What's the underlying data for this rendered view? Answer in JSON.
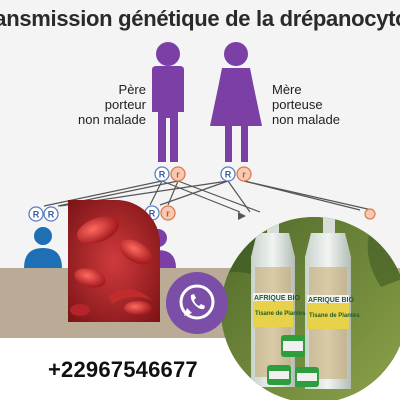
{
  "poster": {
    "title": "ransmission génétique de la drépanocytose",
    "father_label": [
      "Père",
      "porteur",
      "non malade"
    ],
    "mother_label": [
      "Mère",
      "porteuse",
      "non malade"
    ],
    "allele_normal": "R",
    "allele_sickle": "r"
  },
  "product": {
    "bottle_brand": "AFRIQUE BIO",
    "bottle_label": "Tisane de Plantes"
  },
  "contact": {
    "phone": "+22967546677",
    "whatsapp_icon": "whatsapp-icon"
  },
  "colors": {
    "figure_purple": "#7b3fa6",
    "child_blue": "#1f6fb5",
    "allele_blue": "#5b7fc4",
    "allele_orange": "#e07a4a",
    "whatsapp_purple": "#7b4ea8",
    "band_tan": "#b9ab95"
  }
}
